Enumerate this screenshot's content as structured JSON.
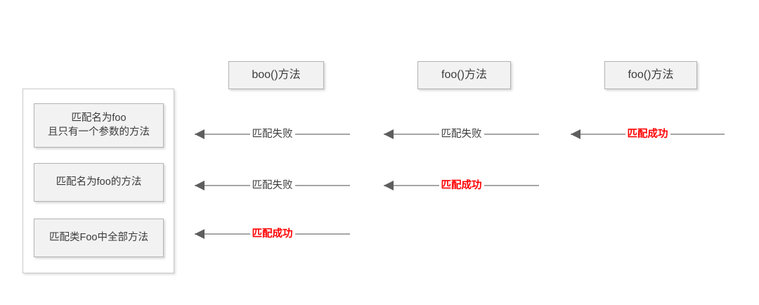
{
  "diagram": {
    "title": "Spring AOP pointcut matching diagram",
    "colors": {
      "success_text": "#ff0000",
      "fail_text": "#3c3c3c",
      "box_fill": "#f2f2f2",
      "box_border": "#b3b3b3",
      "arrow_line": "#a6a6a6",
      "arrow_head": "#5e5e5e"
    },
    "left_panel": {
      "name": "pointcut-list",
      "items": [
        {
          "label": "匹配名为foo\n且只有一个参数的方法"
        },
        {
          "label": "匹配名为foo的方法"
        },
        {
          "label": "匹配类Foo中全部方法"
        }
      ]
    },
    "columns": [
      {
        "label": "boo()方法"
      },
      {
        "label": "foo()方法"
      },
      {
        "label": "foo()方法"
      }
    ],
    "matrix": [
      [
        {
          "label": "匹配失败",
          "status": "fail"
        },
        {
          "label": "匹配失败",
          "status": "fail"
        },
        {
          "label": "匹配成功",
          "status": "success"
        }
      ],
      [
        {
          "label": "匹配失败",
          "status": "fail"
        },
        {
          "label": "匹配成功",
          "status": "success"
        },
        {
          "label": "",
          "status": "none"
        }
      ],
      [
        {
          "label": "匹配成功",
          "status": "success"
        },
        {
          "label": "",
          "status": "none"
        },
        {
          "label": "",
          "status": "none"
        }
      ]
    ]
  }
}
